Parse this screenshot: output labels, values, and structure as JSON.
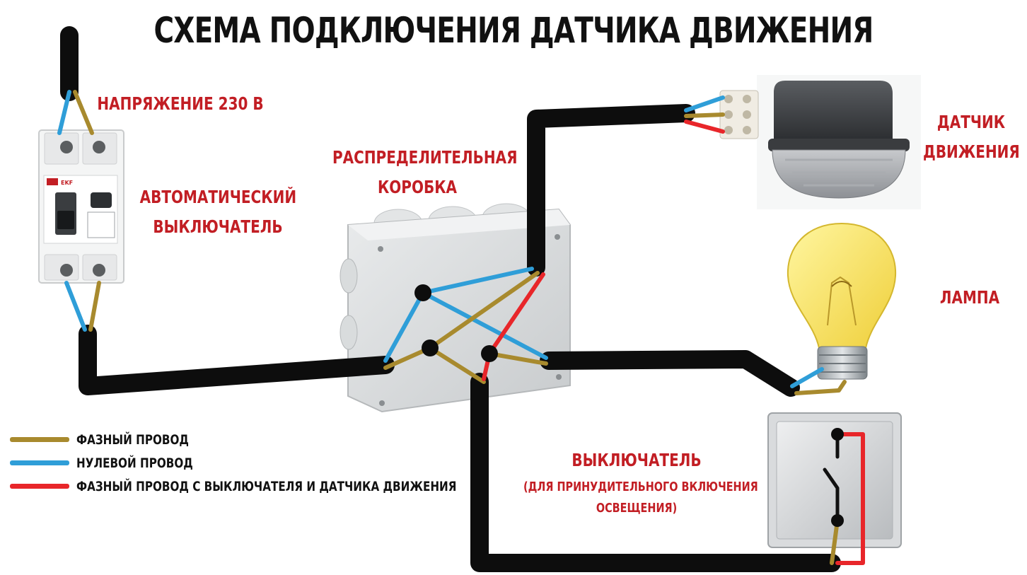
{
  "title": "СХЕМА ПОДКЛЮЧЕНИЯ ДАТЧИКА ДВИЖЕНИЯ",
  "labels": {
    "voltage": "НАПРЯЖЕНИЕ 230 В",
    "breaker_line1": "АВТОМАТИЧЕСКИЙ",
    "breaker_line2": "ВЫКЛЮЧАТЕЛЬ",
    "box_line1": "РАСПРЕДЕЛИТЕЛЬНАЯ",
    "box_line2": "КОРОБКА",
    "sensor_line1": "ДАТЧИК",
    "sensor_line2": "ДВИЖЕНИЯ",
    "lamp": "ЛАМПА",
    "switch_title": "ВЫКЛЮЧАТЕЛЬ",
    "switch_note_line1": "(ДЛЯ ПРИНУДИТЕЛЬНОГО ВКЛЮЧЕНИЯ",
    "switch_note_line2": "ОСВЕЩЕНИЯ)"
  },
  "legend": [
    {
      "label": "ФАЗНЫЙ ПРОВОД",
      "color": "#a88a2e"
    },
    {
      "label": "НУЛЕВОЙ ПРОВОД",
      "color": "#2f9ed8"
    },
    {
      "label": "ФАЗНЫЙ ПРОВОД С ВЫКЛЮЧАТЕЛЯ И ДАТЧИКА ДВИЖЕНИЯ",
      "color": "#e8262a"
    }
  ],
  "colors": {
    "label_red": "#c21e24",
    "cable": "#0d0d0d",
    "phase": "#a88a2e",
    "neutral": "#2f9ed8",
    "switched_phase": "#e8262a",
    "bulb": "#f7e25a"
  },
  "breaker_markings": {
    "brand": "EKF"
  }
}
